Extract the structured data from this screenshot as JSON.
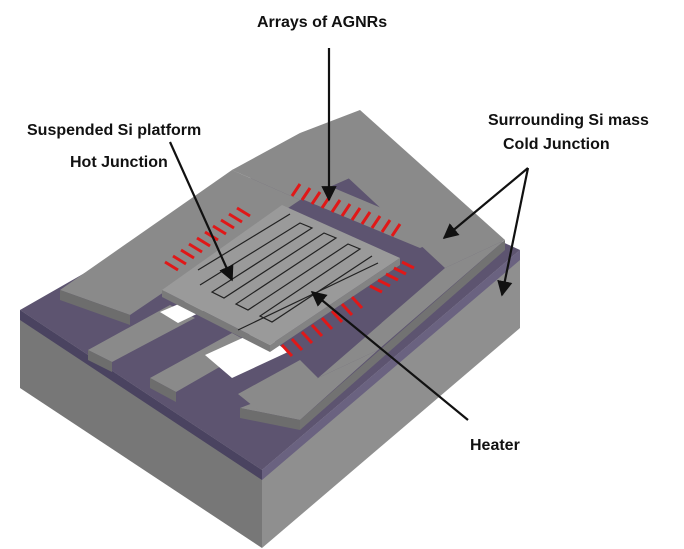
{
  "labels": {
    "arrays_of_agnrs": "Arrays of AGNRs",
    "suspended_platform": "Suspended Si platform",
    "hot_junction": "Hot Junction",
    "surrounding_mass": "Surrounding Si mass",
    "cold_junction": "Cold Junction",
    "heater": "Heater"
  },
  "colors": {
    "substrate_top": "#5d5470",
    "frame": "#8a8a8a",
    "side_front": "#777777",
    "side_right": "#8f8f8f",
    "ribbons": "#e01818",
    "arrow": "#111111"
  }
}
